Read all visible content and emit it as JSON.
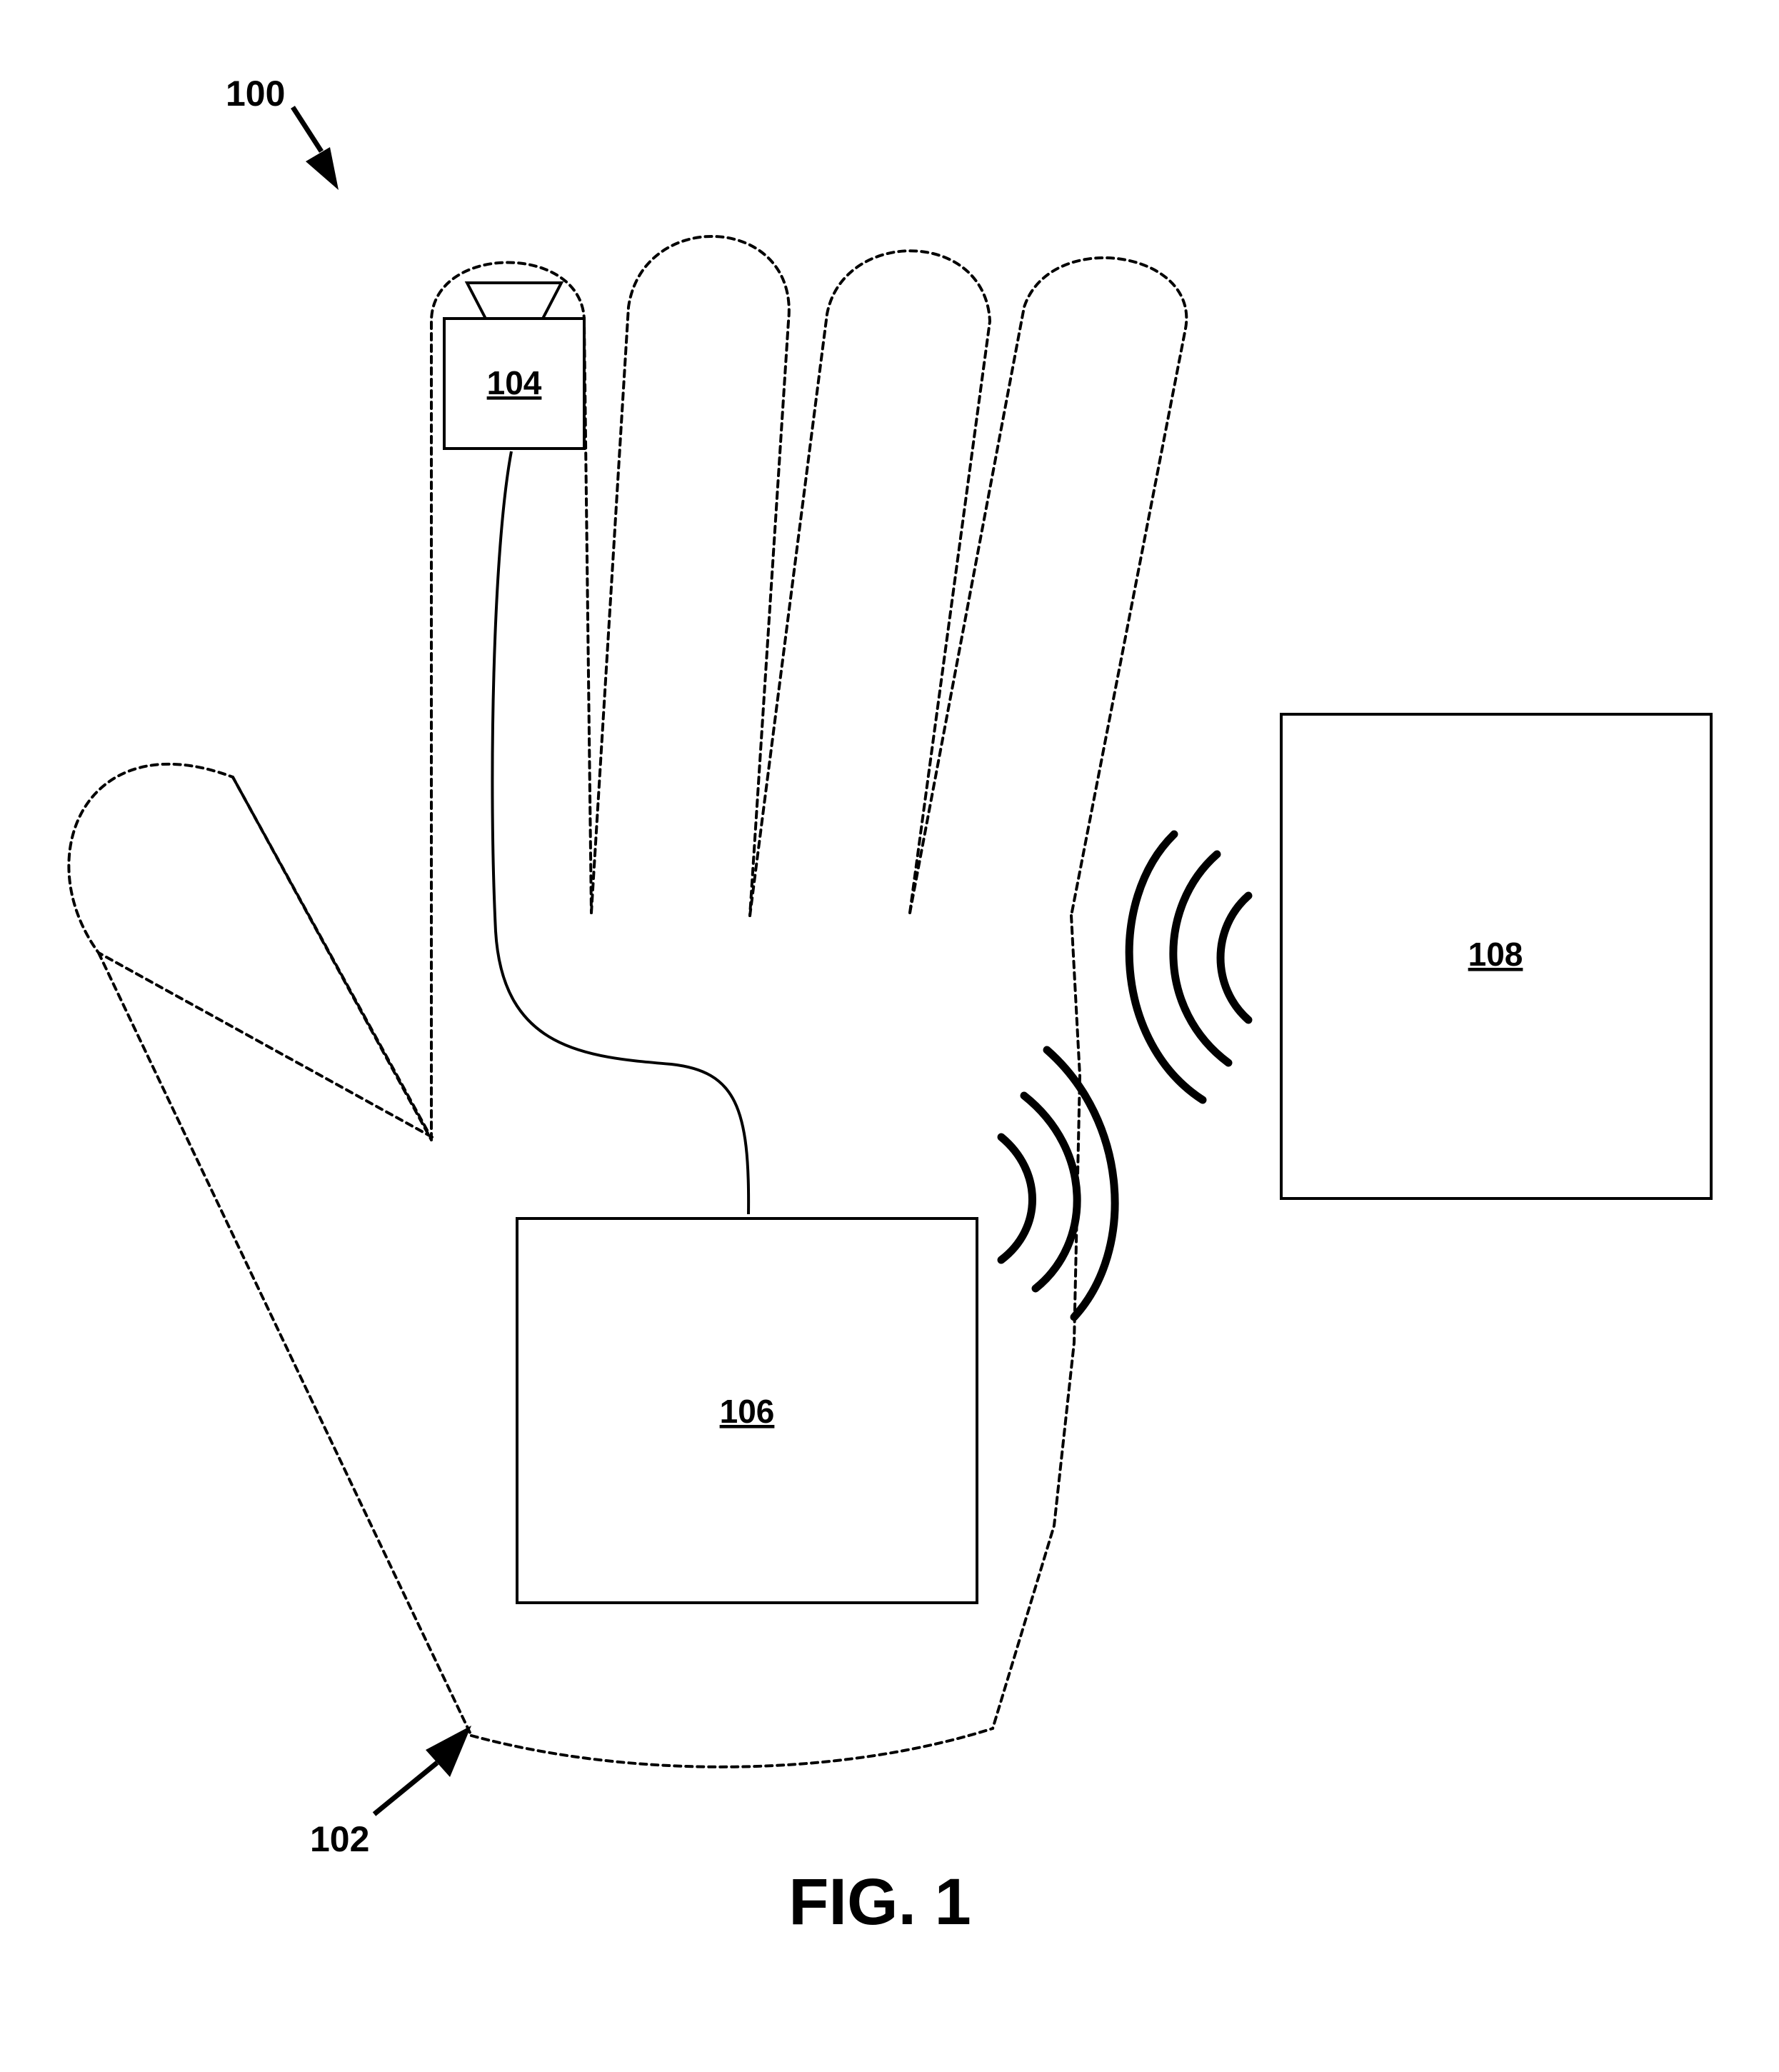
{
  "figure": {
    "caption": "FIG. 1",
    "reference_numerals": {
      "system": "100",
      "glove": "102"
    },
    "components": [
      {
        "id": "104",
        "label": "104",
        "icon": "speaker-icon"
      },
      {
        "id": "106",
        "label": "106"
      },
      {
        "id": "108",
        "label": "108"
      }
    ],
    "wireless_signal_icons": [
      "wireless-signal-icon",
      "wireless-signal-icon"
    ],
    "colors": {
      "ink": "#000000",
      "background": "#ffffff"
    }
  }
}
